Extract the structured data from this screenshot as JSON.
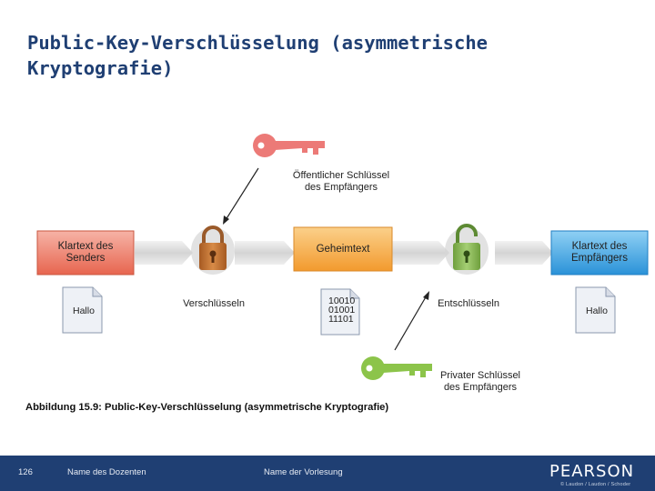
{
  "title": {
    "line1": "Public-Key-Verschlüsselung (asymmetrische",
    "line2": "Kryptografie)"
  },
  "diagram": {
    "sender_box": {
      "line1": "Klartext des",
      "line2": "Senders"
    },
    "cipher_box": "Geheimtext",
    "receiver_box": {
      "line1": "Klartext des",
      "line2": "Empfängers"
    },
    "public_key_label": {
      "line1": "Öffentlicher Schlüssel",
      "line2": "des Empfängers"
    },
    "private_key_label": {
      "line1": "Privater Schlüssel",
      "line2": "des Empfängers"
    },
    "encrypt_label": "Verschlüsseln",
    "decrypt_label": "Entschlüsseln",
    "sender_doc": "Hallo",
    "receiver_doc": "Hallo",
    "cipher_doc": [
      "10010",
      "01001",
      "11101"
    ],
    "colors": {
      "sender_box": "#ec7d68",
      "cipher_box": "#f5a53c",
      "receiver_box": "#3aa4e3",
      "lock": "#c46d2d",
      "public_key": "#ec7a77",
      "private_key": "#8cc44a",
      "flow": "#d9d9d9"
    }
  },
  "caption": "Abbildung 15.9: Public-Key-Verschlüsselung (asymmetrische Kryptografie)",
  "footer": {
    "page_number": "126",
    "lecturer": "Name des Dozenten",
    "course": "Name der Vorlesung",
    "brand": "PEARSON",
    "brand_sub": "© Laudon / Laudon / Schoder"
  }
}
